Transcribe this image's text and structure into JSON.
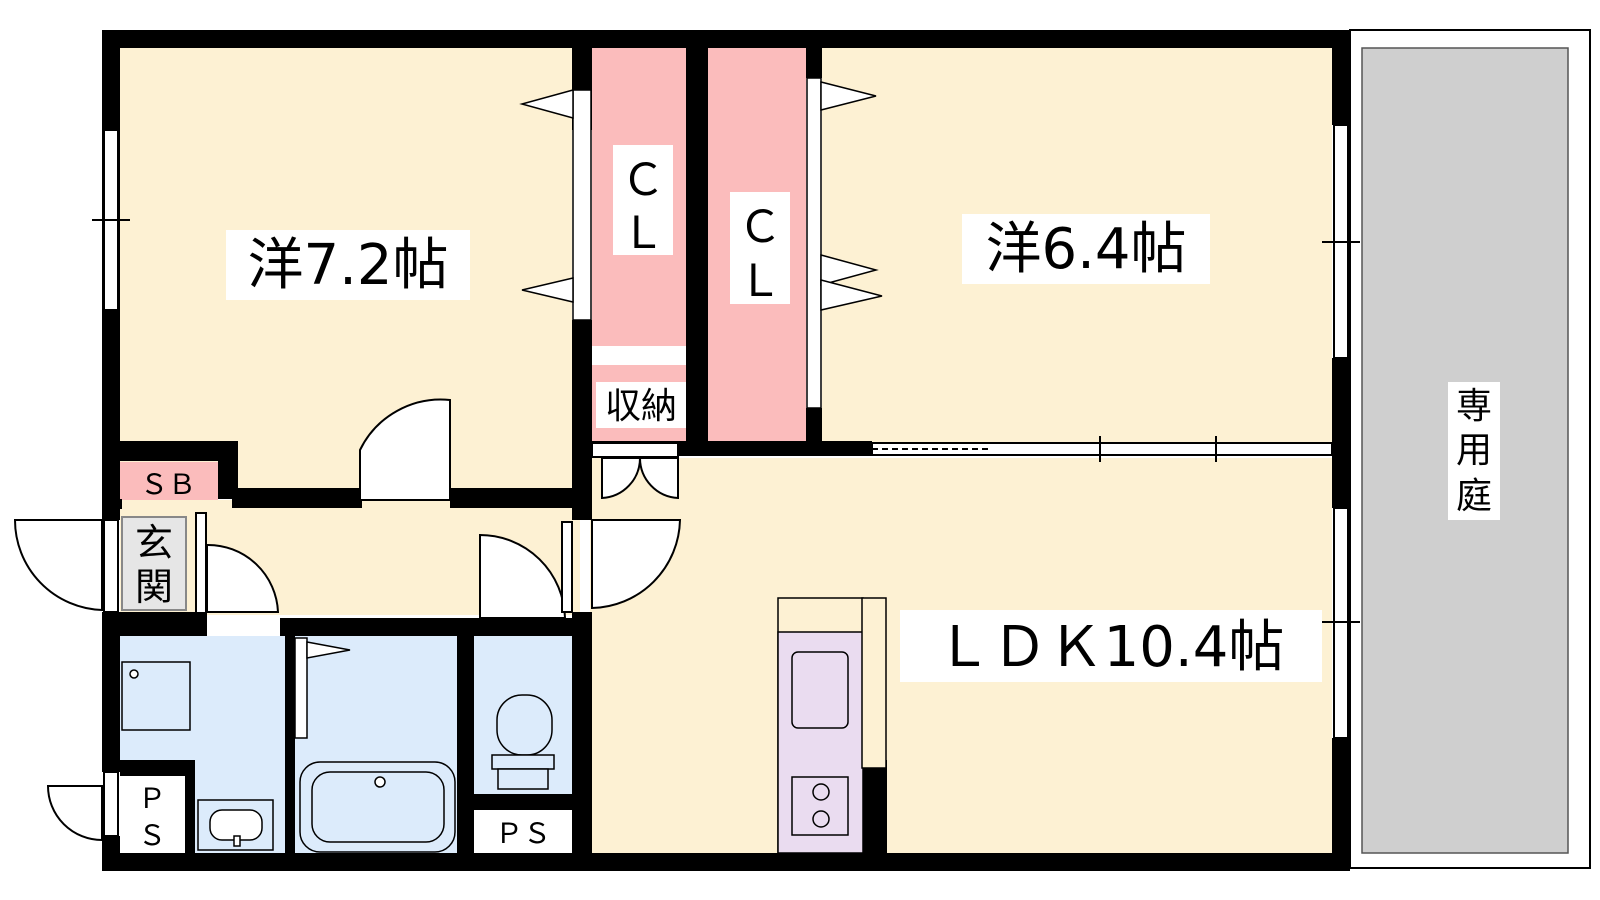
{
  "rooms": {
    "western_a": "洋7.2帖",
    "western_b": "洋6.4帖",
    "ldk": "ＬＤＫ10.4帖",
    "closet_a_line1": "Ｃ",
    "closet_a_line2": "Ｌ",
    "closet_b_line1": "Ｃ",
    "closet_b_line2": "Ｌ",
    "storage": "収納",
    "shoe_box": "ＳＢ",
    "entrance_line1": "玄",
    "entrance_line2": "関",
    "ps_left_line1": "Ｐ",
    "ps_left_line2": "Ｓ",
    "ps_bottom": "ＰＳ",
    "garden_line1": "専",
    "garden_line2": "用",
    "garden_line3": "庭"
  },
  "colors": {
    "room_floor": "#fdf1d3",
    "closet": "#fbbcbc",
    "wet_area": "#dcebfb",
    "kitchen": "#eadcf0",
    "garden": "#cfcfcf",
    "wall": "#000000"
  }
}
